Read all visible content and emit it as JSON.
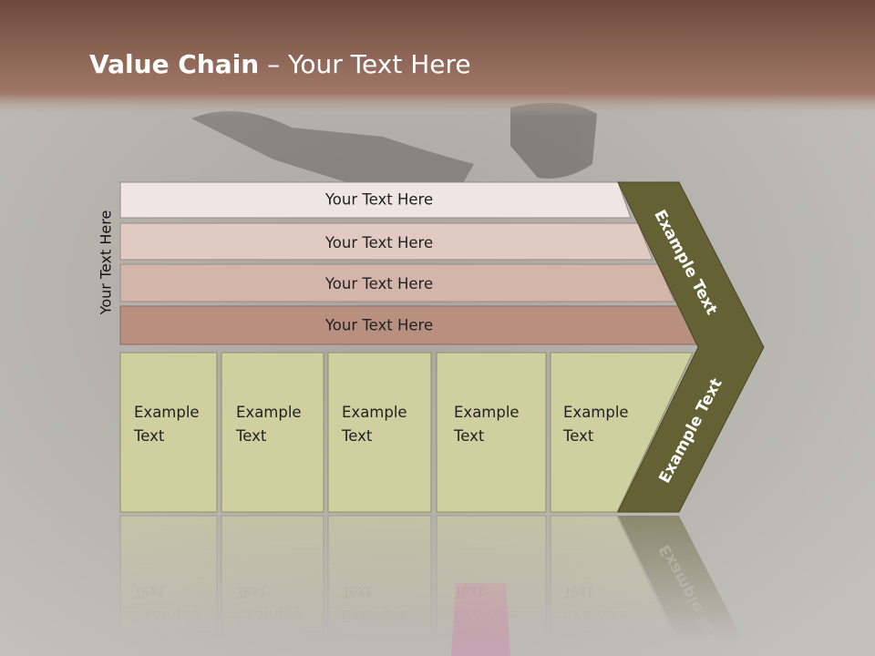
{
  "slide": {
    "title_bold": "Value Chain",
    "title_rest": " – Your Text Here",
    "side_label": "Your Text Here"
  },
  "rows": [
    {
      "label": "Your Text Here",
      "color": "#efe6e3"
    },
    {
      "label": "Your Text Here",
      "color": "#e0cac2"
    },
    {
      "label": "Your Text Here",
      "color": "#d4b5aa"
    },
    {
      "label": "Your Text Here",
      "color": "#b98f80"
    }
  ],
  "boxes": [
    {
      "line1": "Example",
      "line2": "Text"
    },
    {
      "line1": "Example",
      "line2": "Text"
    },
    {
      "line1": "Example",
      "line2": "Text"
    },
    {
      "line1": "Example",
      "line2": "Text"
    },
    {
      "line1": "Example",
      "line2": "Text"
    }
  ],
  "chevron": {
    "upper_label": "Example Text",
    "lower_label": "Example Text",
    "color": "#646135"
  },
  "colors": {
    "header": "#8a5a48",
    "box_fill": "#cfcf9f",
    "box_border": "#8f8f6a"
  }
}
